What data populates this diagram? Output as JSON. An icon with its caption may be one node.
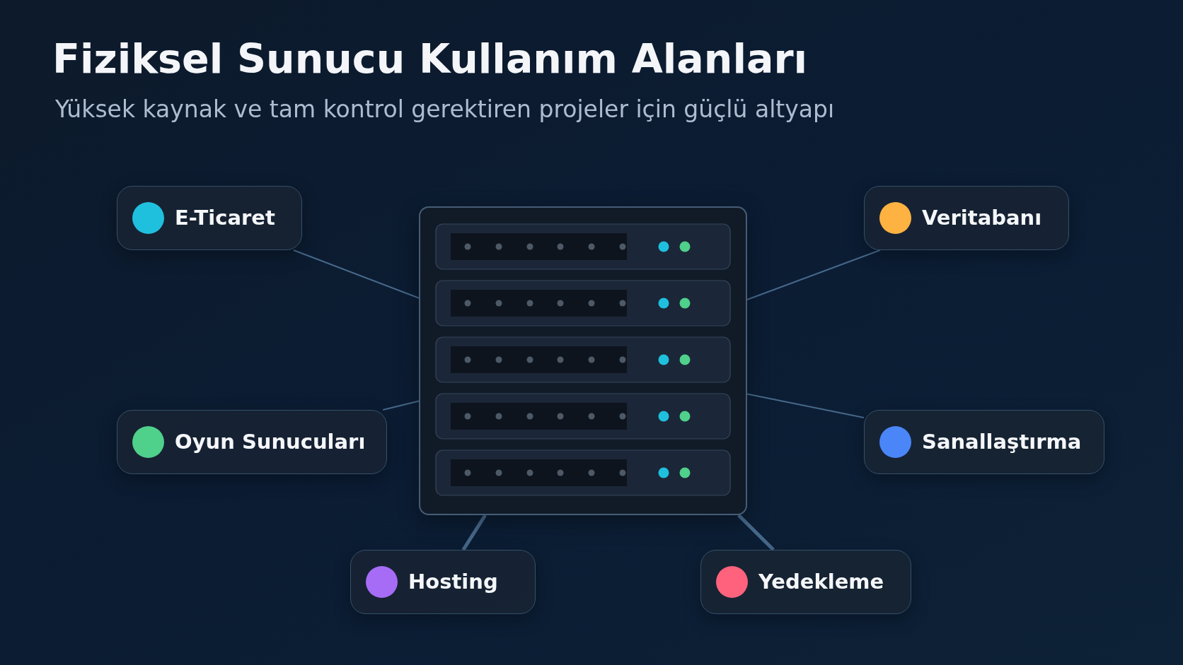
{
  "diagram": {
    "title": "Fiziksel Sunucu Kullanım Alanları",
    "nodes": [
      {
        "text": [
          "E-Ticaret"
        ]
      },
      {
        "text": [],
        "shape": "picture"
      },
      {
        "text": [
          "Veritabanı"
        ]
      },
      {
        "text": [
          "Oyun Sunucuları"
        ]
      },
      {
        "text": [
          "Sanallaştırma"
        ]
      },
      {
        "text": [
          "Hosting"
        ]
      },
      {
        "text": [
          "Yedekleme"
        ]
      }
    ],
    "edges": [
      {
        "from": 1,
        "to": 0,
        "arrow": "none"
      },
      {
        "from": 1,
        "to": 2,
        "arrow": "none"
      },
      {
        "from": 1,
        "to": 3,
        "arrow": "none"
      },
      {
        "from": 1,
        "to": 4,
        "arrow": "none"
      },
      {
        "from": 1,
        "to": 5,
        "arrow": "none",
        "style": "thick"
      },
      {
        "from": 1,
        "to": 6,
        "arrow": "none",
        "style": "thick"
      }
    ],
    "labels": [
      "Yüksek kaynak ve tam kontrol gerektiren projeler için güçlü altyapı"
    ]
  }
}
